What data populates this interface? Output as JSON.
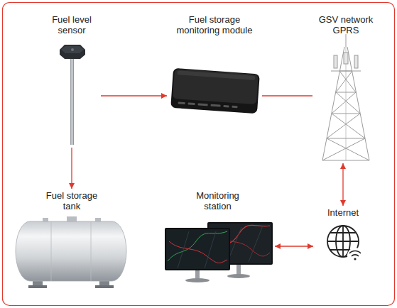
{
  "diagram": {
    "nodes": [
      {
        "text": [
          "Fuel level sensor"
        ]
      },
      {
        "text": [
          "Fuel storage monitoring module"
        ]
      },
      {
        "text": [
          "GSV network GPRS"
        ]
      },
      {
        "text": [
          "Fuel storage tank"
        ]
      },
      {
        "text": [
          "Monitoring station"
        ]
      },
      {
        "text": [
          "Internet"
        ]
      }
    ],
    "edges": [
      {
        "from": 0,
        "to": 1,
        "arrow": "to"
      },
      {
        "from": 1,
        "to": 2,
        "arrow": "none"
      },
      {
        "from": 0,
        "to": 3,
        "arrow": "to"
      },
      {
        "from": 2,
        "to": 5,
        "arrow": "both"
      },
      {
        "from": 4,
        "to": 5,
        "arrow": "both"
      }
    ]
  }
}
